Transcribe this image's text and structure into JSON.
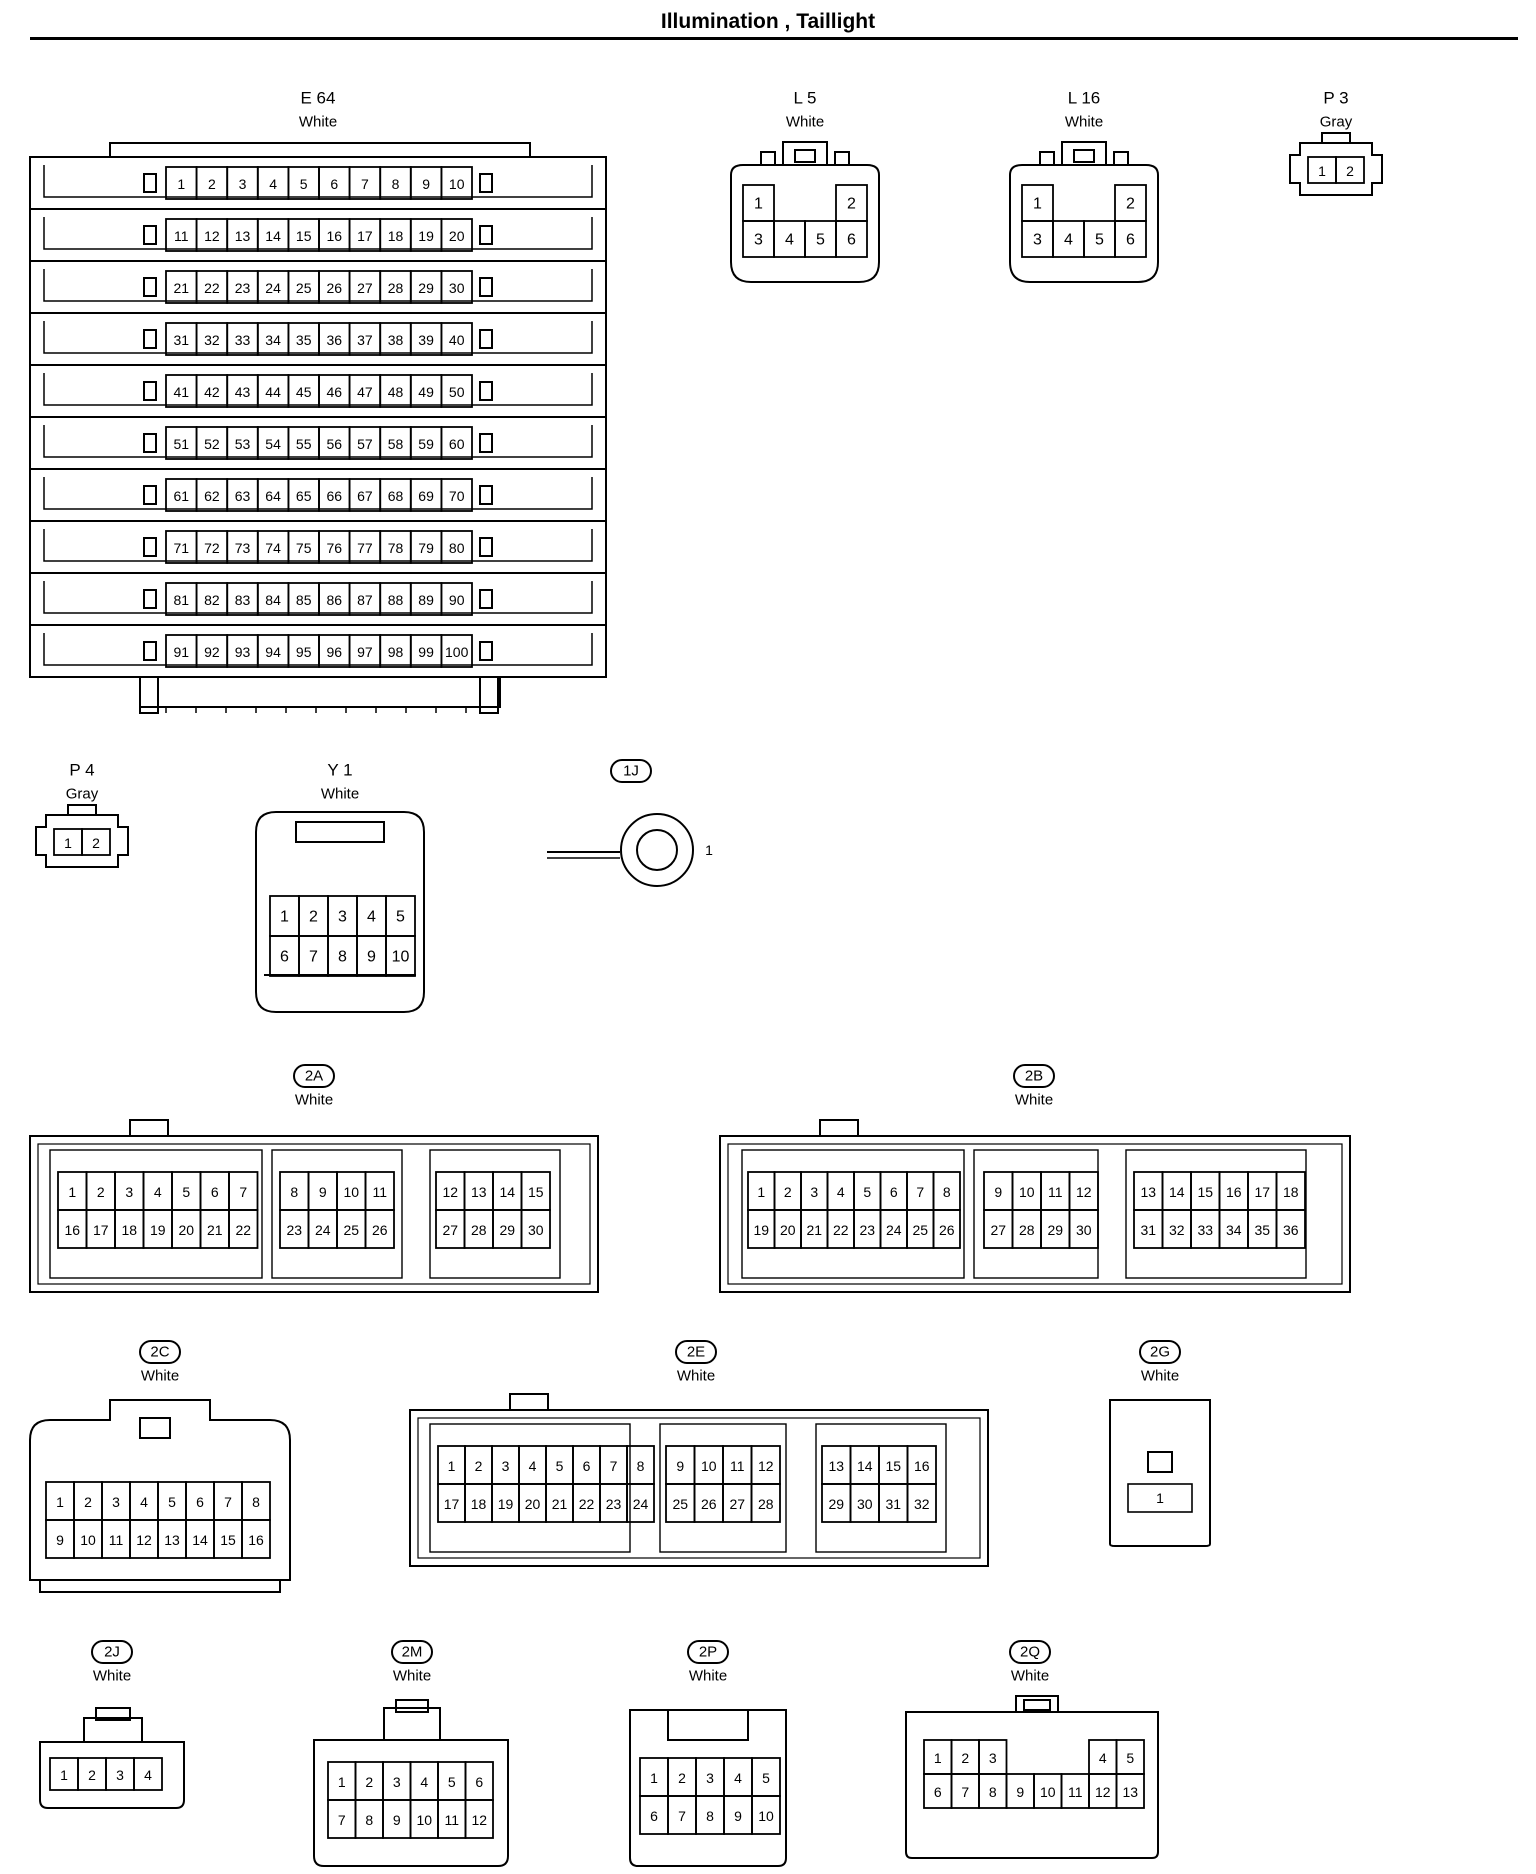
{
  "title": "Illumination , Taillight",
  "connectors": [
    {
      "id": "e64",
      "label": "E 64",
      "circled": false,
      "color": "White",
      "kind": "block",
      "rows": [
        [
          "1",
          "2",
          "3",
          "4",
          "5",
          "6",
          "7",
          "8",
          "9",
          "10"
        ],
        [
          "11",
          "12",
          "13",
          "14",
          "15",
          "16",
          "17",
          "18",
          "19",
          "20"
        ],
        [
          "21",
          "22",
          "23",
          "24",
          "25",
          "26",
          "27",
          "28",
          "29",
          "30"
        ],
        [
          "31",
          "32",
          "33",
          "34",
          "35",
          "36",
          "37",
          "38",
          "39",
          "40"
        ],
        [
          "41",
          "42",
          "43",
          "44",
          "45",
          "46",
          "47",
          "48",
          "49",
          "50"
        ],
        [
          "51",
          "52",
          "53",
          "54",
          "55",
          "56",
          "57",
          "58",
          "59",
          "60"
        ],
        [
          "61",
          "62",
          "63",
          "64",
          "65",
          "66",
          "67",
          "68",
          "69",
          "70"
        ],
        [
          "71",
          "72",
          "73",
          "74",
          "75",
          "76",
          "77",
          "78",
          "79",
          "80"
        ],
        [
          "81",
          "82",
          "83",
          "84",
          "85",
          "86",
          "87",
          "88",
          "89",
          "90"
        ],
        [
          "91",
          "92",
          "93",
          "94",
          "95",
          "96",
          "97",
          "98",
          "99",
          "100"
        ]
      ]
    },
    {
      "id": "l5",
      "label": "L 5",
      "circled": false,
      "color": "White",
      "kind": "shell",
      "rows": [
        [
          "1",
          "",
          "",
          "2"
        ],
        [
          "3",
          "4",
          "5",
          "6"
        ]
      ]
    },
    {
      "id": "l16",
      "label": "L 16",
      "circled": false,
      "color": "White",
      "kind": "shell",
      "rows": [
        [
          "1",
          "",
          "",
          "2"
        ],
        [
          "3",
          "4",
          "5",
          "6"
        ]
      ]
    },
    {
      "id": "p3",
      "label": "P 3",
      "circled": false,
      "color": "Gray",
      "kind": "small",
      "rows": [
        [
          "1",
          "2"
        ]
      ]
    },
    {
      "id": "p4",
      "label": "P 4",
      "circled": false,
      "color": "Gray",
      "kind": "small",
      "rows": [
        [
          "1",
          "2"
        ]
      ]
    },
    {
      "id": "y1",
      "label": "Y 1",
      "circled": false,
      "color": "White",
      "kind": "shell",
      "rows": [
        [
          "1",
          "2",
          "3",
          "4",
          "5"
        ],
        [
          "6",
          "7",
          "8",
          "9",
          "10"
        ]
      ]
    },
    {
      "id": "1j",
      "label": "1J",
      "circled": true,
      "color": "",
      "kind": "terminal",
      "rows": [
        [
          "1"
        ]
      ]
    },
    {
      "id": "2a",
      "label": "2A",
      "circled": true,
      "color": "White",
      "kind": "ecu",
      "groups": [
        [
          [
            "1",
            "2",
            "3",
            "4",
            "5",
            "6",
            "7"
          ],
          [
            "16",
            "17",
            "18",
            "19",
            "20",
            "21",
            "22"
          ]
        ],
        [
          [
            "8",
            "9",
            "10",
            "11"
          ],
          [
            "23",
            "24",
            "25",
            "26"
          ]
        ],
        [
          [
            "12",
            "13",
            "14",
            "15"
          ],
          [
            "27",
            "28",
            "29",
            "30"
          ]
        ]
      ]
    },
    {
      "id": "2b",
      "label": "2B",
      "circled": true,
      "color": "White",
      "kind": "ecu",
      "groups": [
        [
          [
            "1",
            "2",
            "3",
            "4",
            "5",
            "6",
            "7",
            "8"
          ],
          [
            "19",
            "20",
            "21",
            "22",
            "23",
            "24",
            "25",
            "26"
          ]
        ],
        [
          [
            "9",
            "10",
            "11",
            "12"
          ],
          [
            "27",
            "28",
            "29",
            "30"
          ]
        ],
        [
          [
            "13",
            "14",
            "15",
            "16",
            "17",
            "18"
          ],
          [
            "31",
            "32",
            "33",
            "34",
            "35",
            "36"
          ]
        ]
      ]
    },
    {
      "id": "2c",
      "label": "2C",
      "circled": true,
      "color": "White",
      "kind": "shell",
      "rows": [
        [
          "1",
          "2",
          "3",
          "4",
          "5",
          "6",
          "7",
          "8"
        ],
        [
          "9",
          "10",
          "11",
          "12",
          "13",
          "14",
          "15",
          "16"
        ]
      ]
    },
    {
      "id": "2e",
      "label": "2E",
      "circled": true,
      "color": "White",
      "kind": "ecu",
      "groups": [
        [
          [
            "1",
            "2",
            "3",
            "4",
            "5",
            "6",
            "7",
            "8"
          ],
          [
            "17",
            "18",
            "19",
            "20",
            "21",
            "22",
            "23",
            "24"
          ]
        ],
        [
          [
            "9",
            "10",
            "11",
            "12"
          ],
          [
            "25",
            "26",
            "27",
            "28"
          ]
        ],
        [
          [
            "13",
            "14",
            "15",
            "16"
          ],
          [
            "29",
            "30",
            "31",
            "32"
          ]
        ]
      ]
    },
    {
      "id": "2g",
      "label": "2G",
      "circled": true,
      "color": "White",
      "kind": "single",
      "rows": [
        [
          "1"
        ]
      ]
    },
    {
      "id": "2j",
      "label": "2J",
      "circled": true,
      "color": "White",
      "kind": "shell",
      "rows": [
        [
          "1",
          "2",
          "3",
          "4"
        ]
      ]
    },
    {
      "id": "2m",
      "label": "2M",
      "circled": true,
      "color": "White",
      "kind": "shell",
      "rows": [
        [
          "1",
          "2",
          "3",
          "4",
          "5",
          "6"
        ],
        [
          "7",
          "8",
          "9",
          "10",
          "11",
          "12"
        ]
      ]
    },
    {
      "id": "2p",
      "label": "2P",
      "circled": true,
      "color": "White",
      "kind": "shell",
      "rows": [
        [
          "1",
          "2",
          "3",
          "4",
          "5"
        ],
        [
          "6",
          "7",
          "8",
          "9",
          "10"
        ]
      ]
    },
    {
      "id": "2q",
      "label": "2Q",
      "circled": true,
      "color": "White",
      "kind": "shell",
      "rows": [
        [
          "1",
          "2",
          "3",
          "",
          "",
          "",
          "4",
          "5"
        ],
        [
          "6",
          "7",
          "8",
          "9",
          "10",
          "11",
          "12",
          "13"
        ]
      ]
    }
  ]
}
